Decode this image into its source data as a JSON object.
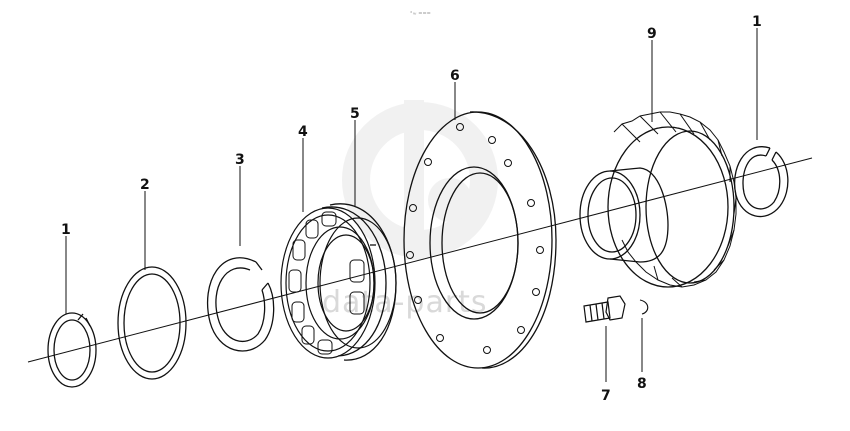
{
  "diagram": {
    "top_mark": "°≈ ===",
    "watermark": "data-parts",
    "callouts": {
      "ring_left": "1",
      "shim": "2",
      "snap_ring": "3",
      "bearing": "4",
      "bearing_cup": "5",
      "flange": "6",
      "bolt": "7",
      "washer": "8",
      "gear": "9",
      "ring_right": "1"
    }
  },
  "colors": {
    "line": "#111111",
    "watermark": "#d9d9d9"
  }
}
